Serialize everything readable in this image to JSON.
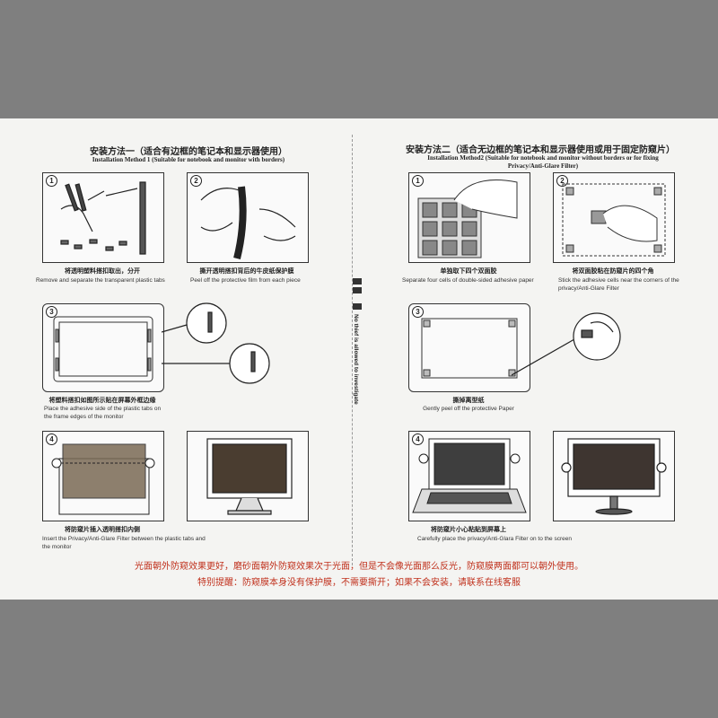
{
  "method1": {
    "title_cn": "安装方法一（适合有边框的笔记本和显示器使用）",
    "title_en": "Installation Method 1 (Suitable for notebook and monitor with borders)",
    "steps": [
      {
        "num": "1",
        "cn": "将透明塑料搭扣取出，分开",
        "en": "Remove and separate the transparent plastic tabs"
      },
      {
        "num": "2",
        "cn": "撕开透明搭扣背后的牛皮纸保护膜",
        "en": "Peel off the protective  film from each piece"
      },
      {
        "num": "3",
        "cn": "将塑料搭扣如图所示贴在屏幕外框边缘",
        "en": "Place the adhesive side of the plastic tabs on the frame edges of the monitor"
      },
      {
        "num": "4",
        "cn": "将防窥片插入透明搭扣内侧",
        "en": "Insert the Privacy/Anti-Glare Filter between the plastic tabs and the monitor"
      }
    ]
  },
  "method2": {
    "title_cn": "安装方法二（适合无边框的笔记本和显示器使用或用于固定防窥片）",
    "title_en": "Installation Method2 (Suitable for notebook and monitor without borders or for fixing Privacy/Anti-Glare Filter)",
    "steps": [
      {
        "num": "1",
        "cn": "单独取下四个双面胶",
        "en": "Separate four cells of double-sided adhesive paper"
      },
      {
        "num": "2",
        "cn": "将双面胶粘在防窥片的四个角",
        "en": "Stick the adhesive cells near the corners of the privacy/Anti-Glare Filter"
      },
      {
        "num": "3",
        "cn": "撕掉离型纸",
        "en": "Gently peel off the protective Paper"
      },
      {
        "num": "4",
        "cn": "将防窥片小心粘贴到屏幕上",
        "en": "Carefully place the privacy/Anti-Glara Filter on to the screen"
      }
    ]
  },
  "center_note": "No thief is allowed to investigate",
  "notes": [
    "光面朝外防窥效果更好，磨砂面朝外防窥效果次于光面，但是不会像光面那么反光，防窥膜两面都可以朝外使用。",
    "特别提醒：防窥膜本身没有保护膜，不需要撕开；如果不会安装，请联系在线客服"
  ],
  "colors": {
    "note_red": "#c0301c",
    "ink": "#222222"
  }
}
